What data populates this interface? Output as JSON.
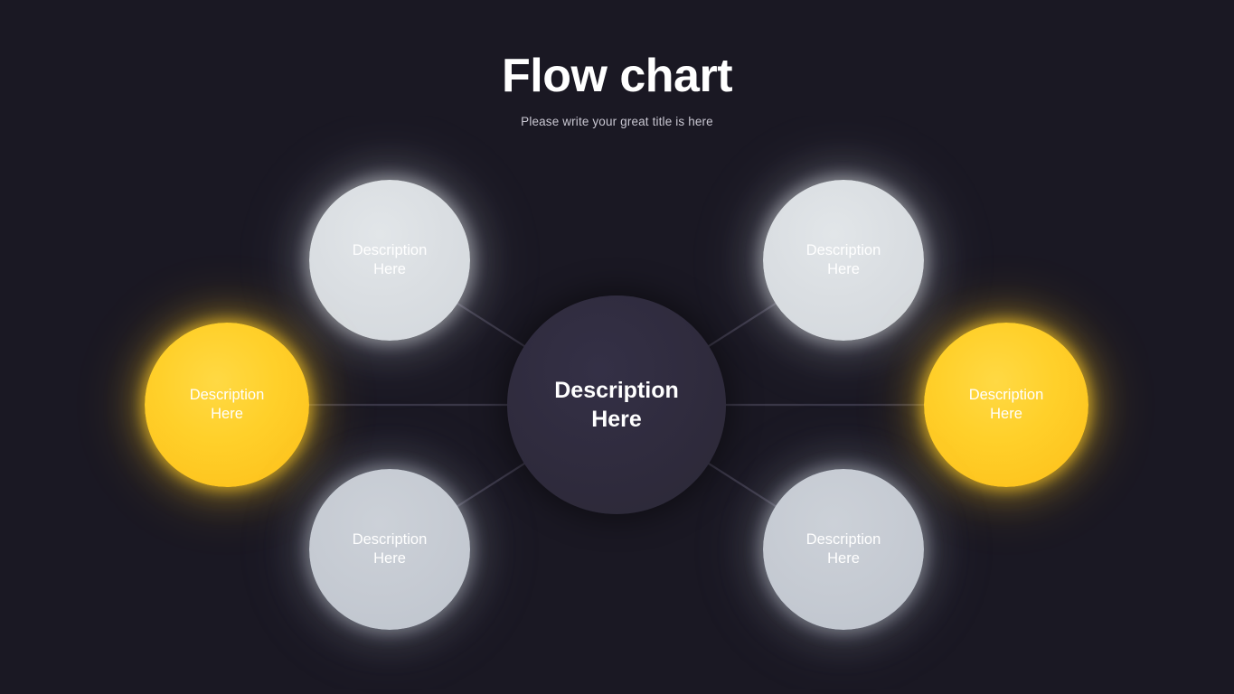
{
  "header": {
    "title": "Flow chart",
    "subtitle": "Please write your great title is here"
  },
  "colors": {
    "background": "#1a1823",
    "center_node": "#2f2b3d",
    "accent_yellow": "#ffd02a",
    "node_grey_light": "#dadee2",
    "node_grey_dark": "#c6cbd3",
    "connector": "#3a3747",
    "title_text": "#ffffff",
    "subtitle_text": "#c9c7d2"
  },
  "diagram": {
    "type": "radial-hub-and-spoke",
    "center": {
      "id": "center",
      "label": "Description\nHere",
      "style": "dark"
    },
    "nodes": [
      {
        "id": "top-left",
        "label": "Description\nHere",
        "style": "grey-light",
        "position": "top-left"
      },
      {
        "id": "top-right",
        "label": "Description\nHere",
        "style": "grey-light",
        "position": "top-right"
      },
      {
        "id": "left",
        "label": "Description\nHere",
        "style": "yellow",
        "position": "left"
      },
      {
        "id": "right",
        "label": "Description\nHere",
        "style": "yellow",
        "position": "right"
      },
      {
        "id": "bottom-left",
        "label": "Description\nHere",
        "style": "grey-dark",
        "position": "bottom-left"
      },
      {
        "id": "bottom-right",
        "label": "Description\nHere",
        "style": "grey-dark",
        "position": "bottom-right"
      }
    ],
    "connections": [
      {
        "from": "center",
        "to": "top-left"
      },
      {
        "from": "center",
        "to": "top-right"
      },
      {
        "from": "center",
        "to": "left"
      },
      {
        "from": "center",
        "to": "right"
      },
      {
        "from": "center",
        "to": "bottom-left"
      },
      {
        "from": "center",
        "to": "bottom-right"
      }
    ]
  }
}
